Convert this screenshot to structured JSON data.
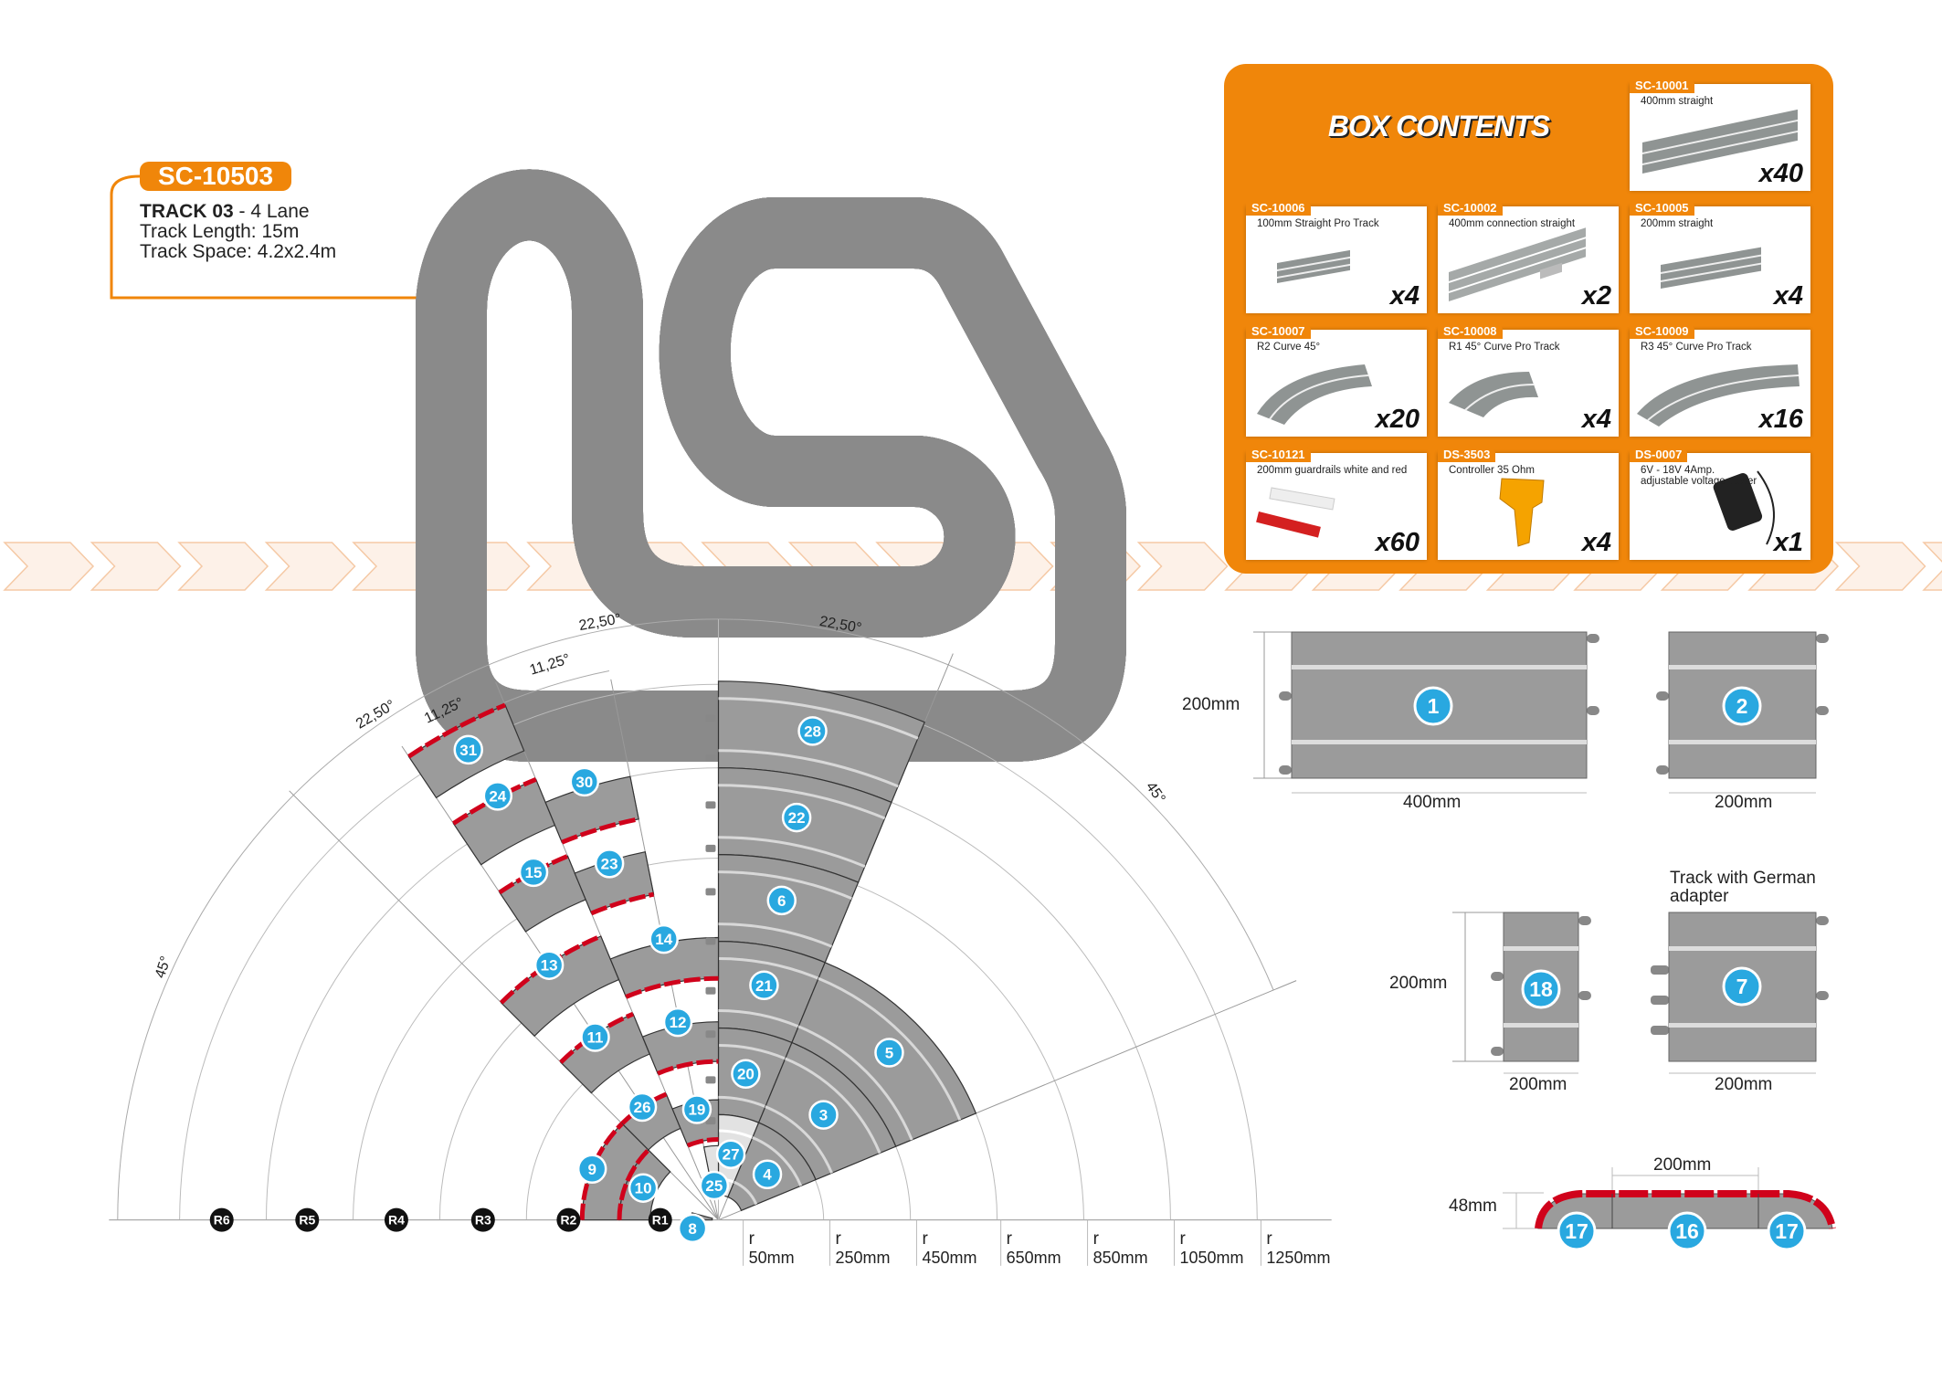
{
  "header": {
    "code": "SC-10503",
    "track_name": "TRACK 03",
    "lanes": " - 4 Lane",
    "length": "Track Length: 15m",
    "space": "Track Space: 4.2x2.4m"
  },
  "box": {
    "title": "BOX CONTENTS",
    "items": [
      {
        "code": "SC-10001",
        "desc": "400mm straight",
        "qty": "x40",
        "img": "straight-long"
      },
      {
        "code": "SC-10006",
        "desc": "100mm Straight Pro Track",
        "qty": "x4",
        "img": "straight-short"
      },
      {
        "code": "SC-10002",
        "desc": "400mm connection straight",
        "qty": "x2",
        "img": "straight-connection"
      },
      {
        "code": "SC-10005",
        "desc": "200mm straight",
        "qty": "x4",
        "img": "straight-medium"
      },
      {
        "code": "SC-10007",
        "desc": "R2 Curve 45°",
        "qty": "x20",
        "img": "curve"
      },
      {
        "code": "SC-10008",
        "desc": "R1 45° Curve Pro Track",
        "qty": "x4",
        "img": "curve-small"
      },
      {
        "code": "SC-10009",
        "desc": "R3 45° Curve Pro Track",
        "qty": "x16",
        "img": "curve-large"
      },
      {
        "code": "SC-10121",
        "desc": "200mm guardrails white and red",
        "qty": "x60",
        "img": "guardrails"
      },
      {
        "code": "DS-3503",
        "desc": "Controller 35 Ohm",
        "qty": "x4",
        "img": "controller"
      },
      {
        "code": "DS-0007",
        "desc": "6V - 18V 4Amp. adjustable voltage power",
        "qty": "x1",
        "img": "power-adapter"
      }
    ]
  },
  "fan": {
    "pieces": [
      "28",
      "22",
      "6",
      "21",
      "20",
      "27",
      "5",
      "3",
      "4",
      "31",
      "24",
      "30",
      "15",
      "23",
      "13",
      "14",
      "11",
      "12",
      "26",
      "9",
      "10",
      "19",
      "25",
      "8"
    ],
    "rings": [
      "R1",
      "R2",
      "R3",
      "R4",
      "R5",
      "R6"
    ],
    "radius_prefix": "r",
    "radii": [
      "50mm",
      "250mm",
      "450mm",
      "650mm",
      "850mm",
      "1050mm",
      "1250mm"
    ],
    "angles": [
      "22,50°",
      "22,50°",
      "11,25°",
      "22,50°",
      "11,25°",
      "45°",
      "45°"
    ]
  },
  "parts": {
    "p1": {
      "n": "1",
      "h": "200mm",
      "w": "400mm"
    },
    "p2": {
      "n": "2",
      "w": "200mm"
    },
    "p18": {
      "n": "18",
      "h": "200mm",
      "w": "200mm"
    },
    "p7": {
      "n": "7",
      "w": "200mm",
      "note": "Track with German adapter"
    },
    "rail": {
      "left": "17",
      "mid": "16",
      "right": "17",
      "w": "200mm",
      "h": "48mm"
    }
  },
  "colors": {
    "accent": "#f0860a",
    "badge": "#29a8e0",
    "track": "#9b9b9b",
    "guardrail": "#d0021b"
  }
}
